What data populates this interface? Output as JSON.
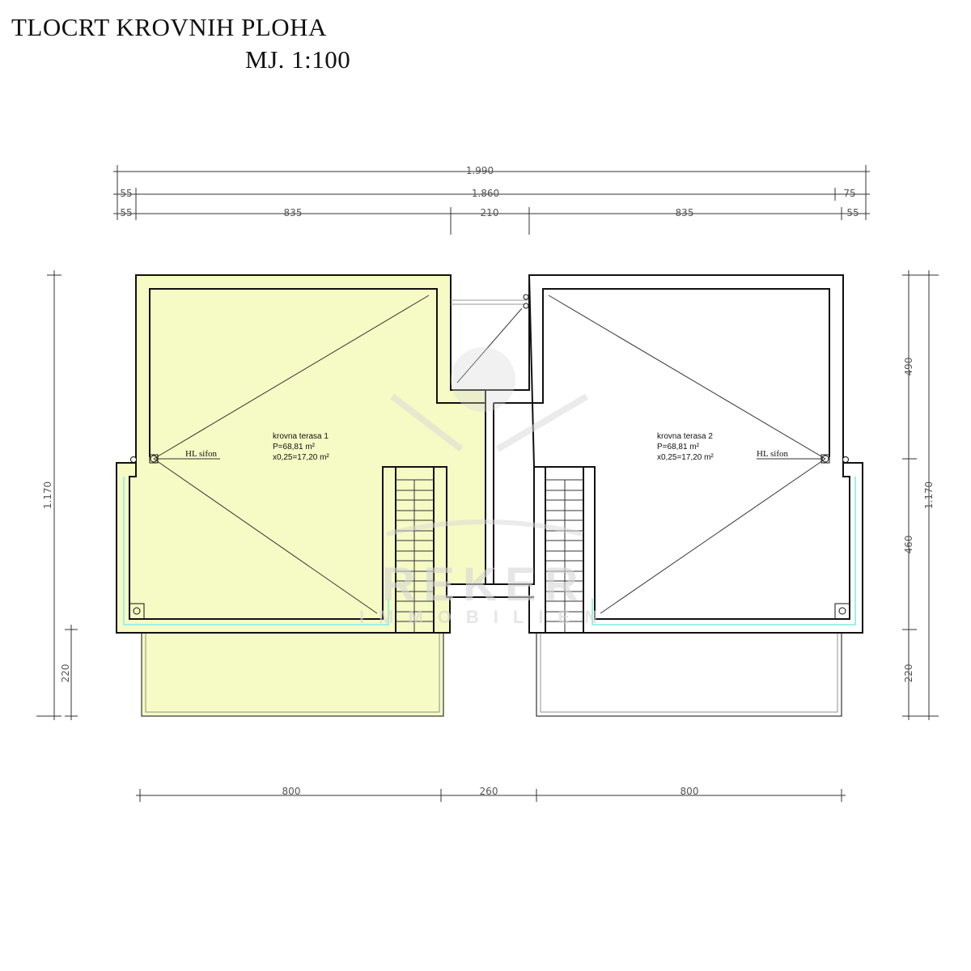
{
  "title": "TLOCRT KROVNIH PLOHA",
  "scale": "MJ. 1:100",
  "dimensions": {
    "top_total": "1.990",
    "top_row2": [
      "55",
      "1.860",
      "75"
    ],
    "top_row3": [
      "55",
      "835",
      "210",
      "835",
      "55"
    ],
    "bottom": [
      "800",
      "260",
      "800"
    ],
    "left": {
      "total": "1.170",
      "balcony": "220"
    },
    "right": {
      "segments": [
        "490",
        "460",
        "220"
      ],
      "total": "1.170"
    }
  },
  "units": [
    {
      "name": "krovna terasa 1",
      "area": "P=68,81 m²",
      "reduced": "x0,25=17,20 m²",
      "drain": "HL sifon"
    },
    {
      "name": "krovna terasa 2",
      "area": "P=68,81 m²",
      "reduced": "x0,25=17,20 m²",
      "drain": "HL sifon"
    }
  ],
  "colors": {
    "terrace1_fill": "#f6fac4",
    "wall": "#111111",
    "cyan": "#9ef0e6"
  },
  "watermark": {
    "line1": "REKER",
    "line2": "IMMOBILIEN"
  }
}
